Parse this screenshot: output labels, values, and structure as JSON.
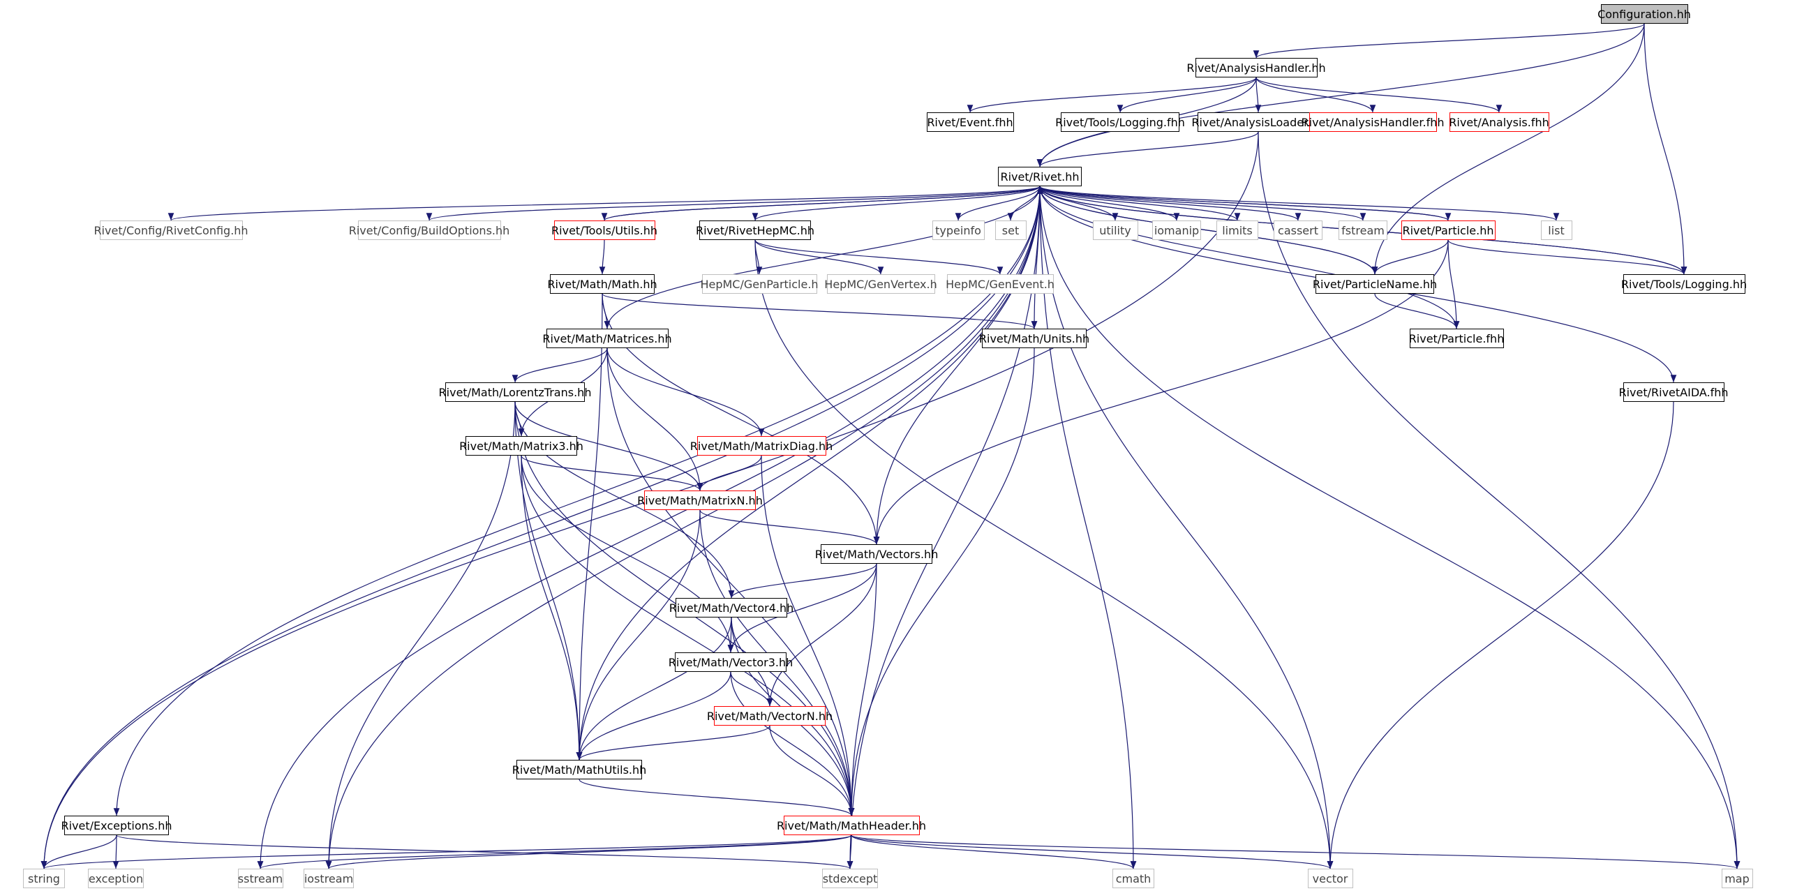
{
  "nodes": {
    "configuration": {
      "label": "Configuration.hh",
      "style": "root"
    },
    "analysis_handler": {
      "label": "Rivet/AnalysisHandler.hh",
      "style": "black"
    },
    "event_fhh": {
      "label": "Rivet/Event.fhh",
      "style": "black"
    },
    "logging_fhh": {
      "label": "Rivet/Tools/Logging.fhh",
      "style": "black"
    },
    "analysis_loader": {
      "label": "Rivet/AnalysisLoader.hh",
      "style": "black"
    },
    "analysis_handler_fhh": {
      "label": "Rivet/AnalysisHandler.fhh",
      "style": "red"
    },
    "analysis_fhh": {
      "label": "Rivet/Analysis.fhh",
      "style": "red"
    },
    "rivet_hh": {
      "label": "Rivet/Rivet.hh",
      "style": "black"
    },
    "rivet_config": {
      "label": "Rivet/Config/RivetConfig.hh",
      "style": "gray"
    },
    "build_options": {
      "label": "Rivet/Config/BuildOptions.hh",
      "style": "gray"
    },
    "utils_hh": {
      "label": "Rivet/Tools/Utils.hh",
      "style": "red"
    },
    "rivet_hepmc": {
      "label": "Rivet/RivetHepMC.hh",
      "style": "black"
    },
    "typeinfo": {
      "label": "typeinfo",
      "style": "gray"
    },
    "set": {
      "label": "set",
      "style": "gray"
    },
    "utility": {
      "label": "utility",
      "style": "gray"
    },
    "iomanip": {
      "label": "iomanip",
      "style": "gray"
    },
    "limits": {
      "label": "limits",
      "style": "gray"
    },
    "cassert": {
      "label": "cassert",
      "style": "gray"
    },
    "fstream": {
      "label": "fstream",
      "style": "gray"
    },
    "particle_hh": {
      "label": "Rivet/Particle.hh",
      "style": "red"
    },
    "list": {
      "label": "list",
      "style": "gray"
    },
    "hepmc_genparticle": {
      "label": "HepMC/GenParticle.h",
      "style": "gray"
    },
    "hepmc_genvertex": {
      "label": "HepMC/GenVertex.h",
      "style": "gray"
    },
    "hepmc_genevent": {
      "label": "HepMC/GenEvent.h",
      "style": "gray"
    },
    "particle_name": {
      "label": "Rivet/ParticleName.hh",
      "style": "black"
    },
    "tools_logging": {
      "label": "Rivet/Tools/Logging.hh",
      "style": "black"
    },
    "math_hh": {
      "label": "Rivet/Math/Math.hh",
      "style": "black"
    },
    "units_hh": {
      "label": "Rivet/Math/Units.hh",
      "style": "black"
    },
    "particle_fhh": {
      "label": "Rivet/Particle.fhh",
      "style": "black"
    },
    "matrices_hh": {
      "label": "Rivet/Math/Matrices.hh",
      "style": "black"
    },
    "lorentz_trans": {
      "label": "Rivet/Math/LorentzTrans.hh",
      "style": "black"
    },
    "rivet_aida": {
      "label": "Rivet/RivetAIDA.fhh",
      "style": "black"
    },
    "matrix3": {
      "label": "Rivet/Math/Matrix3.hh",
      "style": "black"
    },
    "matrix_diag": {
      "label": "Rivet/Math/MatrixDiag.hh",
      "style": "red"
    },
    "matrix_n": {
      "label": "Rivet/Math/MatrixN.hh",
      "style": "red"
    },
    "vectors_hh": {
      "label": "Rivet/Math/Vectors.hh",
      "style": "black"
    },
    "vector4": {
      "label": "Rivet/Math/Vector4.hh",
      "style": "black"
    },
    "vector3": {
      "label": "Rivet/Math/Vector3.hh",
      "style": "black"
    },
    "vector_n": {
      "label": "Rivet/Math/VectorN.hh",
      "style": "red"
    },
    "math_utils": {
      "label": "Rivet/Math/MathUtils.hh",
      "style": "black"
    },
    "exceptions": {
      "label": "Rivet/Exceptions.hh",
      "style": "black"
    },
    "math_header": {
      "label": "Rivet/Math/MathHeader.hh",
      "style": "red"
    },
    "string": {
      "label": "string",
      "style": "gray"
    },
    "exception": {
      "label": "exception",
      "style": "gray"
    },
    "sstream": {
      "label": "sstream",
      "style": "gray"
    },
    "iostream": {
      "label": "iostream",
      "style": "gray"
    },
    "stdexcept": {
      "label": "stdexcept",
      "style": "gray"
    },
    "cmath": {
      "label": "cmath",
      "style": "gray"
    },
    "vector": {
      "label": "vector",
      "style": "gray"
    },
    "map": {
      "label": "map",
      "style": "gray"
    }
  },
  "edges": [
    [
      "configuration",
      "analysis_handler"
    ],
    [
      "configuration",
      "rivet_hh"
    ],
    [
      "configuration",
      "particle_name"
    ],
    [
      "configuration",
      "tools_logging"
    ],
    [
      "analysis_handler",
      "event_fhh"
    ],
    [
      "analysis_handler",
      "logging_fhh"
    ],
    [
      "analysis_handler",
      "analysis_loader"
    ],
    [
      "analysis_handler",
      "analysis_handler_fhh"
    ],
    [
      "analysis_handler",
      "analysis_fhh"
    ],
    [
      "analysis_handler",
      "rivet_hh"
    ],
    [
      "analysis_loader",
      "rivet_hh"
    ],
    [
      "analysis_loader",
      "string"
    ],
    [
      "analysis_loader",
      "map"
    ],
    [
      "rivet_hh",
      "rivet_config"
    ],
    [
      "rivet_hh",
      "build_options"
    ],
    [
      "rivet_hh",
      "utils_hh"
    ],
    [
      "rivet_hh",
      "rivet_hepmc"
    ],
    [
      "rivet_hh",
      "typeinfo"
    ],
    [
      "rivet_hh",
      "set"
    ],
    [
      "rivet_hh",
      "utility"
    ],
    [
      "rivet_hh",
      "iomanip"
    ],
    [
      "rivet_hh",
      "limits"
    ],
    [
      "rivet_hh",
      "cassert"
    ],
    [
      "rivet_hh",
      "fstream"
    ],
    [
      "rivet_hh",
      "particle_hh"
    ],
    [
      "rivet_hh",
      "list"
    ],
    [
      "rivet_hh",
      "particle_name"
    ],
    [
      "rivet_hh",
      "tools_logging"
    ],
    [
      "rivet_hh",
      "rivet_aida"
    ],
    [
      "rivet_hh",
      "exceptions"
    ],
    [
      "rivet_hh",
      "string"
    ],
    [
      "rivet_hh",
      "sstream"
    ],
    [
      "rivet_hh",
      "iostream"
    ],
    [
      "rivet_hh",
      "matrices_hh"
    ],
    [
      "rivet_hh",
      "math_utils"
    ],
    [
      "rivet_hh",
      "vectors_hh"
    ],
    [
      "rivet_hh",
      "units_hh"
    ],
    [
      "rivet_hh",
      "stdexcept"
    ],
    [
      "rivet_hh",
      "cmath"
    ],
    [
      "rivet_hh",
      "vector"
    ],
    [
      "rivet_hh",
      "map"
    ],
    [
      "utils_hh",
      "math_hh"
    ],
    [
      "utils_hh",
      "rivet_hh"
    ],
    [
      "rivet_hepmc",
      "hepmc_genparticle"
    ],
    [
      "rivet_hepmc",
      "hepmc_genvertex"
    ],
    [
      "rivet_hepmc",
      "hepmc_genevent"
    ],
    [
      "rivet_hepmc",
      "vector"
    ],
    [
      "particle_hh",
      "particle_name"
    ],
    [
      "particle_hh",
      "particle_fhh"
    ],
    [
      "particle_hh",
      "tools_logging"
    ],
    [
      "particle_hh",
      "vectors_hh"
    ],
    [
      "particle_hh",
      "rivet_hh"
    ],
    [
      "particle_name",
      "particle_fhh"
    ],
    [
      "particle_name",
      "rivet_hh"
    ],
    [
      "particle_fhh",
      "rivet_hh"
    ],
    [
      "tools_logging",
      "rivet_hh"
    ],
    [
      "math_hh",
      "matrices_hh"
    ],
    [
      "math_hh",
      "units_hh"
    ],
    [
      "math_hh",
      "vectors_hh"
    ],
    [
      "math_hh",
      "math_utils"
    ],
    [
      "units_hh",
      "math_header"
    ],
    [
      "matrices_hh",
      "lorentz_trans"
    ],
    [
      "matrices_hh",
      "matrix3"
    ],
    [
      "matrices_hh",
      "matrix_diag"
    ],
    [
      "matrices_hh",
      "matrix_n"
    ],
    [
      "matrices_hh",
      "math_header"
    ],
    [
      "lorentz_trans",
      "matrix3"
    ],
    [
      "lorentz_trans",
      "matrix_n"
    ],
    [
      "lorentz_trans",
      "vector4"
    ],
    [
      "lorentz_trans",
      "math_utils"
    ],
    [
      "lorentz_trans",
      "math_header"
    ],
    [
      "lorentz_trans",
      "iostream"
    ],
    [
      "matrix3",
      "matrix_n"
    ],
    [
      "matrix3",
      "vector3"
    ],
    [
      "matrix3",
      "math_utils"
    ],
    [
      "matrix3",
      "math_header"
    ],
    [
      "matrix_diag",
      "matrix_n"
    ],
    [
      "matrix_diag",
      "math_header"
    ],
    [
      "matrix_n",
      "vectors_hh"
    ],
    [
      "matrix_n",
      "math_utils"
    ],
    [
      "matrix_n",
      "math_header"
    ],
    [
      "vectors_hh",
      "vector4"
    ],
    [
      "vectors_hh",
      "vector3"
    ],
    [
      "vectors_hh",
      "vector_n"
    ],
    [
      "vectors_hh",
      "math_header"
    ],
    [
      "vector4",
      "vector3"
    ],
    [
      "vector4",
      "vector_n"
    ],
    [
      "vector4",
      "math_utils"
    ],
    [
      "vector4",
      "math_header"
    ],
    [
      "vector3",
      "vector_n"
    ],
    [
      "vector3",
      "math_utils"
    ],
    [
      "vector3",
      "math_header"
    ],
    [
      "vector_n",
      "math_utils"
    ],
    [
      "vector_n",
      "math_header"
    ],
    [
      "math_utils",
      "math_header"
    ],
    [
      "rivet_aida",
      "vector"
    ],
    [
      "exceptions",
      "string"
    ],
    [
      "exceptions",
      "exception"
    ],
    [
      "exceptions",
      "stdexcept"
    ],
    [
      "math_header",
      "string"
    ],
    [
      "math_header",
      "sstream"
    ],
    [
      "math_header",
      "iostream"
    ],
    [
      "math_header",
      "stdexcept"
    ],
    [
      "math_header",
      "cmath"
    ],
    [
      "math_header",
      "vector"
    ],
    [
      "math_header",
      "map"
    ]
  ]
}
